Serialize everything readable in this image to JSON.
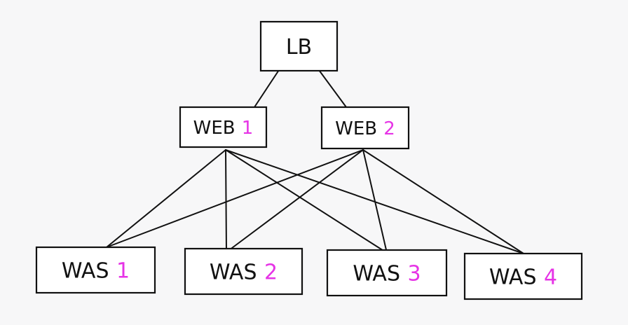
{
  "diagram": {
    "colors": {
      "stroke": "#111111",
      "box_fill": "#ffffff",
      "background": "#f7f7f8",
      "number_accent": "#e633e6"
    },
    "nodes": [
      {
        "id": "lb",
        "label": "LB",
        "number": ""
      },
      {
        "id": "web1",
        "label": "WEB",
        "number": "1"
      },
      {
        "id": "web2",
        "label": "WEB",
        "number": "2"
      },
      {
        "id": "was1",
        "label": "WAS",
        "number": "1"
      },
      {
        "id": "was2",
        "label": "WAS",
        "number": "2"
      },
      {
        "id": "was3",
        "label": "WAS",
        "number": "3"
      },
      {
        "id": "was4",
        "label": "WAS",
        "number": "4"
      }
    ],
    "edges": [
      {
        "from": "lb",
        "to": "web1"
      },
      {
        "from": "lb",
        "to": "web2"
      },
      {
        "from": "web1",
        "to": "was1"
      },
      {
        "from": "web1",
        "to": "was2"
      },
      {
        "from": "web1",
        "to": "was3"
      },
      {
        "from": "web1",
        "to": "was4"
      },
      {
        "from": "web2",
        "to": "was1"
      },
      {
        "from": "web2",
        "to": "was2"
      },
      {
        "from": "web2",
        "to": "was3"
      },
      {
        "from": "web2",
        "to": "was4"
      }
    ]
  }
}
